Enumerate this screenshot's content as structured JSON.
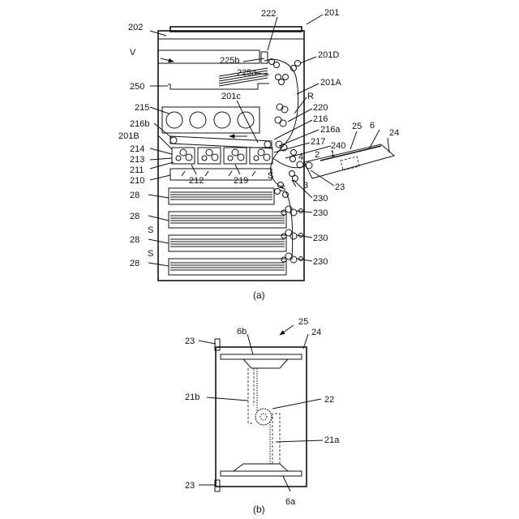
{
  "figure_a": {
    "caption": "(a)",
    "labels": {
      "l201": "201",
      "l202": "202",
      "l222": "222",
      "lV": "V",
      "l225b": "225b",
      "l201D": "201D",
      "l225a": "225a",
      "l250": "250",
      "l201A": "201A",
      "l201c": "201c",
      "lR": "R",
      "l215": "215",
      "l220": "220",
      "l216": "216",
      "l216b": "216b",
      "l216a": "216a",
      "l25": "25",
      "l6": "6",
      "l24": "24",
      "l201B": "201B",
      "l217": "217",
      "l240": "240",
      "l214": "214",
      "l4": "4",
      "l2": "2",
      "l1": "1",
      "l213": "213",
      "l211": "211",
      "l212": "212",
      "l219": "219",
      "lS1": "S",
      "l23": "23",
      "l210": "210",
      "lS2": "S",
      "l3": "3",
      "l230a": "230",
      "l28a": "28",
      "l230b": "230",
      "l28b": "28",
      "lS3": "S",
      "l230c": "230",
      "l28c": "28",
      "lS4": "S",
      "l230d": "230",
      "l28d": "28"
    }
  },
  "figure_b": {
    "caption": "(b)",
    "labels": {
      "l25": "25",
      "l23top": "23",
      "l6b": "6b",
      "l24": "24",
      "l21b": "21b",
      "l22": "22",
      "l21a": "21a",
      "l23bot": "23",
      "l6a": "6a"
    }
  }
}
